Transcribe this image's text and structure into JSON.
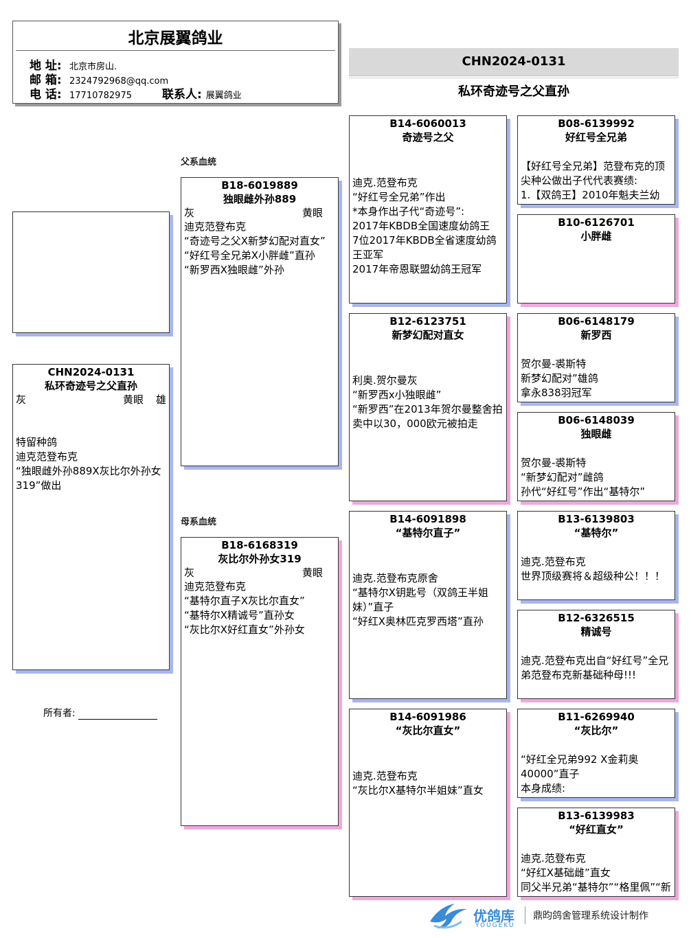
{
  "header": {
    "title": "北京展翼鸽业",
    "address_label": "地 址:",
    "address": "北京市房山.",
    "email_label": "邮 箱:",
    "email": "2324792968@qq.com",
    "phone_label": "电 话:",
    "phone": "17710782975",
    "contact_label": "联系人:",
    "contact": "展翼鸽业"
  },
  "main": {
    "ring": "CHN2024-0131",
    "name": "私环奇迹号之父直孙"
  },
  "labels": {
    "sire_line": "父系血统",
    "dam_line": "母系血统",
    "owner": "所有者:"
  },
  "subject": {
    "ring": "CHN2024-0131",
    "name": "私环奇迹号之父直孙",
    "color": "灰",
    "eye": "黄眼",
    "sex": "雄",
    "desc": "特留种鸽\n迪克范登布克\n“独眼雌外孙889X灰比尔外孙女319”做出"
  },
  "sire": {
    "ring": "B18-6019889",
    "name": "独眼雌外孙889",
    "color": "灰",
    "eye": "黄眼",
    "desc": "迪克范登布克\n“奇迹号之父X新梦幻配对直女”\n“好红号全兄弟X小胖雌”直孙\n“新罗西X独眼雌”外孙"
  },
  "dam": {
    "ring": "B18-6168319",
    "name": "灰比尔外孙女319",
    "color": "灰",
    "eye": "黄眼",
    "desc": "迪克范登布克\n“基特尔直子X灰比尔直女”\n“基特尔X精诚号”直孙女\n“灰比尔X好红直女”外孙女"
  },
  "gp": [
    {
      "ring": "B14-6060013",
      "name": "奇迹号之父",
      "desc": "迪克.范登布克\n“好红号全兄弟”作出\n*本身作出子代“奇迹号”:\n2017年KBDB全国速度幼鸽王\n7位2017年KBDB全省速度幼鸽王亚军\n2017年帝恩联盟幼鸽王冠军"
    },
    {
      "ring": "B12-6123751",
      "name": "新梦幻配对直女",
      "desc": "利奥.贺尔曼灰\n“新罗西x小独眼雌”\n“新罗西”在2013年贺尔曼整舍拍卖中以30，000欧元被拍走"
    },
    {
      "ring": "B14-6091898",
      "name": "“基特尔直子”",
      "desc": "迪克.范登布克原舍\n“基特尔X钥匙号（双鸽王半姐妹）”直子\n“好红X奥林匹克罗西塔”直孙"
    },
    {
      "ring": "B14-6091986",
      "name": "“灰比尔直女”",
      "desc": "迪克.范登布克\n“灰比尔X基特尔半姐妹”直女"
    }
  ],
  "ggp": [
    {
      "ring": "B08-6139992",
      "name": "好红号全兄弟",
      "desc": "【好红号全兄弟】范登布克的顶尖种公做出子代代表赛绩:\n1.【双鸽王】2010年魁夫兰幼"
    },
    {
      "ring": "B10-6126701",
      "name": "小胖雌",
      "desc": ""
    },
    {
      "ring": "B06-6148179",
      "name": "新罗西",
      "desc": "贺尔曼-裘斯特\n新梦幻配对”雄鸽\n拿永838羽冠军"
    },
    {
      "ring": "B06-6148039",
      "name": "独眼雌",
      "desc": "贺尔曼-裘斯特\n“新梦幻配对”雌鸽\n孙代“好红号”作出“基特尔”"
    },
    {
      "ring": "B13-6139803",
      "name": "“基特尔”",
      "desc": "迪克.范登布克\n世界顶级赛将＆超级种公！！！"
    },
    {
      "ring": "B12-6326515",
      "name": "精诚号",
      "desc": "迪克.范登布克出自“好红号”全兄弟范登布克新基础种母!!!"
    },
    {
      "ring": "B11-6269940",
      "name": "“灰比尔”",
      "desc": "“好红全兄弟992 X金莉奥40000”直子\n本身成绩:"
    },
    {
      "ring": "B13-6139983",
      "name": "“好红直女”",
      "desc": "迪克.范登布克\n“好红X基础雌”直女\n同父半兄弟“基特尔”“格里佩”“新"
    }
  ],
  "footer": {
    "brand": "优鸽库",
    "brand_en": "YOUGEKU",
    "credit": "鼎昀鸽舍管理系统设计制作"
  },
  "colors": {
    "male_shadow": "#a9b6ee",
    "female_shadow": "#f0a8dc",
    "header_band": "#d9d9d9",
    "brand": "#3a8bd8"
  }
}
